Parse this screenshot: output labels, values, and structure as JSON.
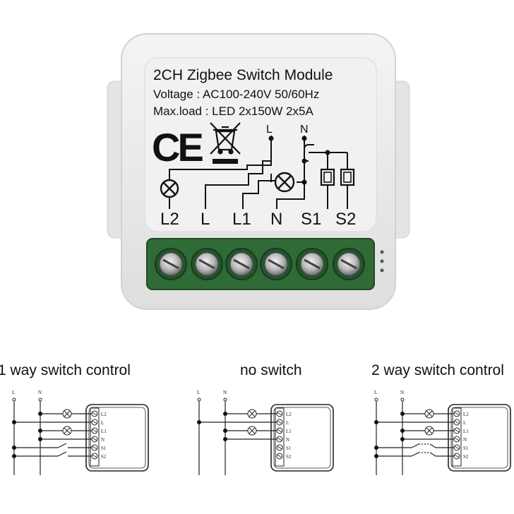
{
  "module": {
    "title": "2CH Zigbee Switch Module",
    "voltage": "Voltage : AC100-240V 50/60Hz",
    "maxload": "Max.load : LED 2x150W  2x5A",
    "ce_mark": "CE",
    "wire_top": [
      "L",
      "N"
    ],
    "terminals": [
      "L2",
      "L",
      "L1",
      "N",
      "S1",
      "S2"
    ]
  },
  "captions": {
    "one_way": "1 way switch control",
    "no_switch": "no switch",
    "two_way": "2 way switch control"
  },
  "diagram": {
    "wire_top": [
      "L",
      "N"
    ],
    "terminals": [
      "L2",
      "L",
      "L1",
      "N",
      "S1",
      "S2"
    ]
  },
  "colors": {
    "housing": "#ececec",
    "terminal_green": "#2f6a37",
    "ink": "#111111"
  }
}
